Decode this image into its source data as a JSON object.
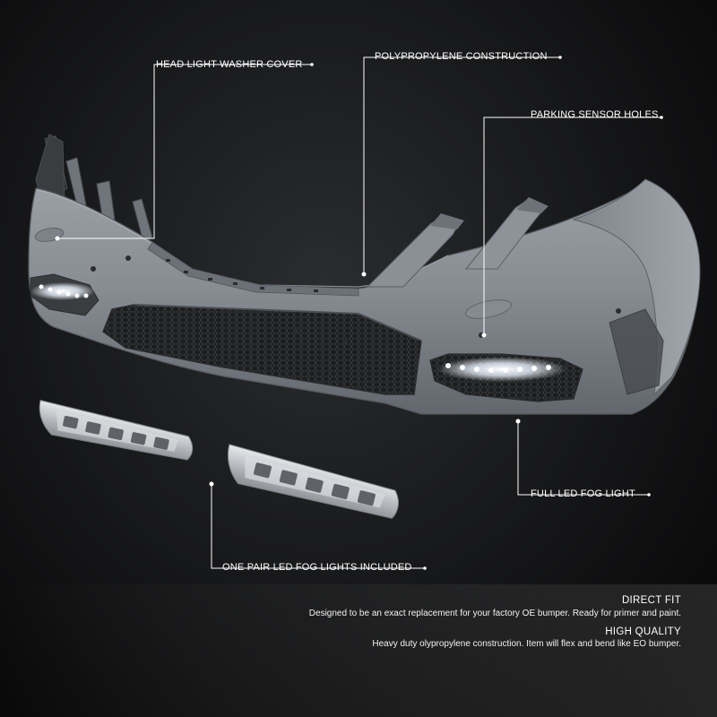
{
  "callouts": {
    "headlight_washer": "HEAD LIGHT WASHER COVER",
    "polypropylene": "POLYPROPYLENE CONSTRUCTION",
    "parking_sensor": "PARKING SENSOR HOLES",
    "full_led": "FULL LED FOG LIGHT",
    "one_pair": "ONE PAIR LED FOG LIGHTS INCLUDED"
  },
  "features": [
    {
      "heading": "DIRECT FIT",
      "text": "Designed to be an exact replacement for your factory OE bumper. Ready for primer and paint."
    },
    {
      "heading": "HIGH QUALITY",
      "text": "Heavy duty olypropylene construction. Item will flex and bend like EO bumper."
    }
  ],
  "colors": {
    "background": "#111213",
    "bumper": "#8a9096",
    "bumper_shadow": "#5d6268",
    "grille": "#1e1f21",
    "led": "#ffffff",
    "label": "#ffffff"
  }
}
